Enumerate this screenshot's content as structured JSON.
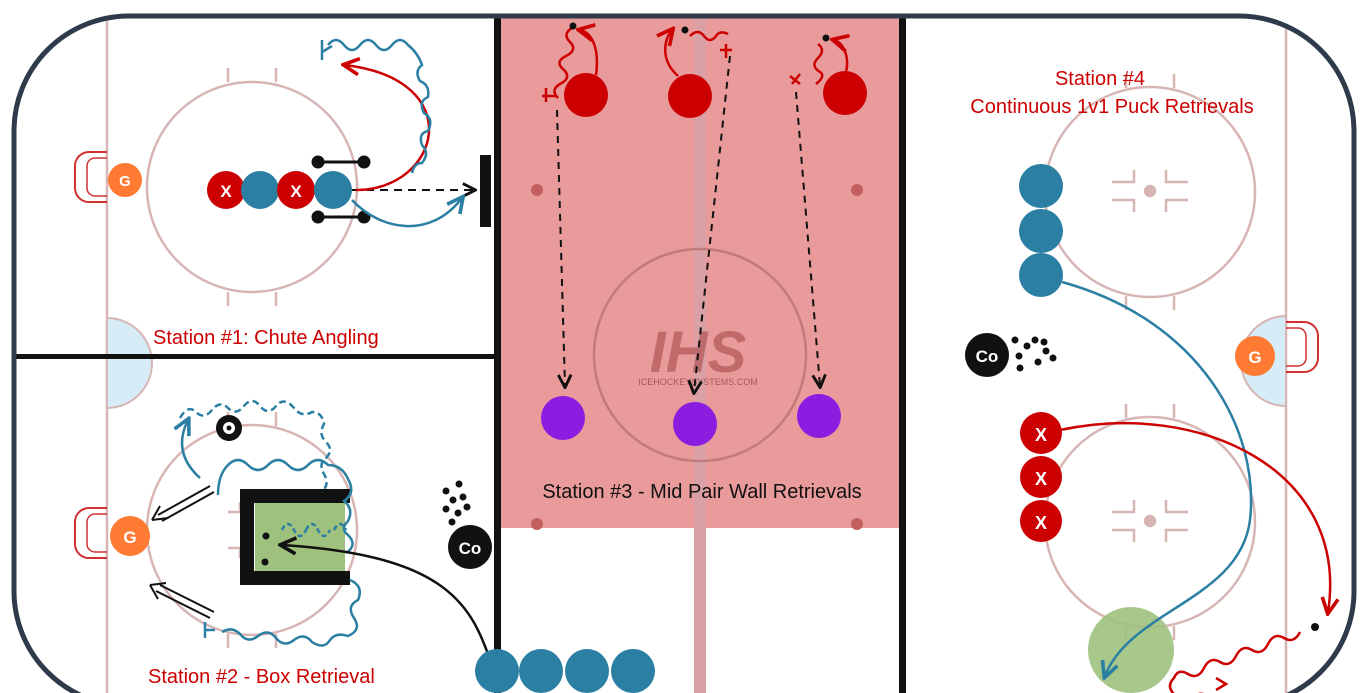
{
  "stations": {
    "s1": "Station #1: Chute Angling",
    "s2": "Station #2 - Box Retrieval",
    "s3": "Station #3 - Mid Pair Wall Retrievals",
    "s4_line1": "Station #4",
    "s4_line2": "Continuous 1v1 Puck Retrievals"
  },
  "markers": {
    "goalie": "G",
    "coach": "Co",
    "x": "X"
  },
  "logo": {
    "main": "IHS",
    "sub": "ICEHOCKEYSYSTEMS.COM"
  },
  "colors": {
    "blue_player": "#2b7fa3",
    "red_player": "#cc0000",
    "purple_player": "#8b1de0",
    "goalie": "#ff7a33",
    "zone_highlight": "#e99a9a",
    "green_zone": "#9fc17e",
    "rink_line": "#d8b5b5"
  }
}
